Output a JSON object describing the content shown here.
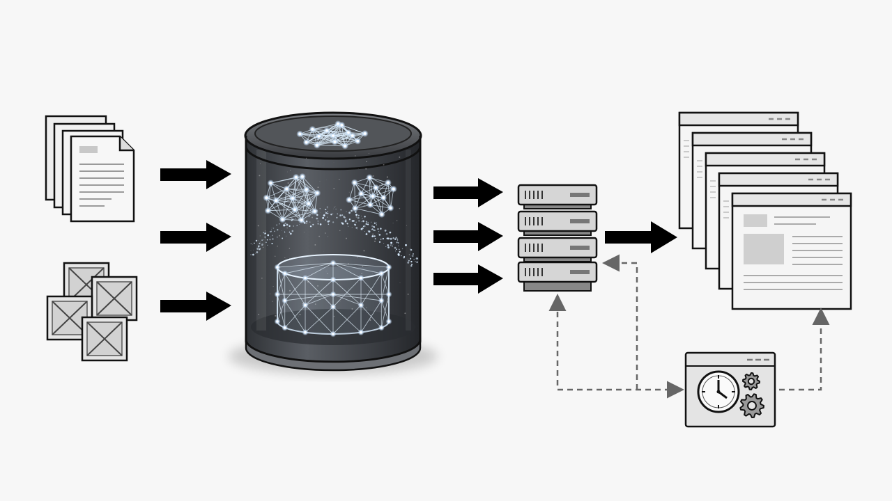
{
  "diagram": {
    "sources": {
      "documents": {
        "count": 4,
        "icon": "document-stack-icon"
      },
      "images": {
        "count": 4,
        "icon": "image-placeholder-icon"
      }
    },
    "store": {
      "icon": "vector-database-cylinder-icon"
    },
    "server": {
      "units": 4,
      "icon": "server-rack-icon"
    },
    "outputs": {
      "count": 5,
      "icon": "web-page-window-icon"
    },
    "scheduler": {
      "icon": "clock-gear-icon"
    },
    "colors": {
      "background": "#f7f7f7",
      "outline": "#111111",
      "arrow": "#000000",
      "dashed_connector": "#666666",
      "cylinder_glass": "#4a4d52",
      "node_glow": "#cfe6ff",
      "panel_gray": "#dcdcdc"
    }
  }
}
